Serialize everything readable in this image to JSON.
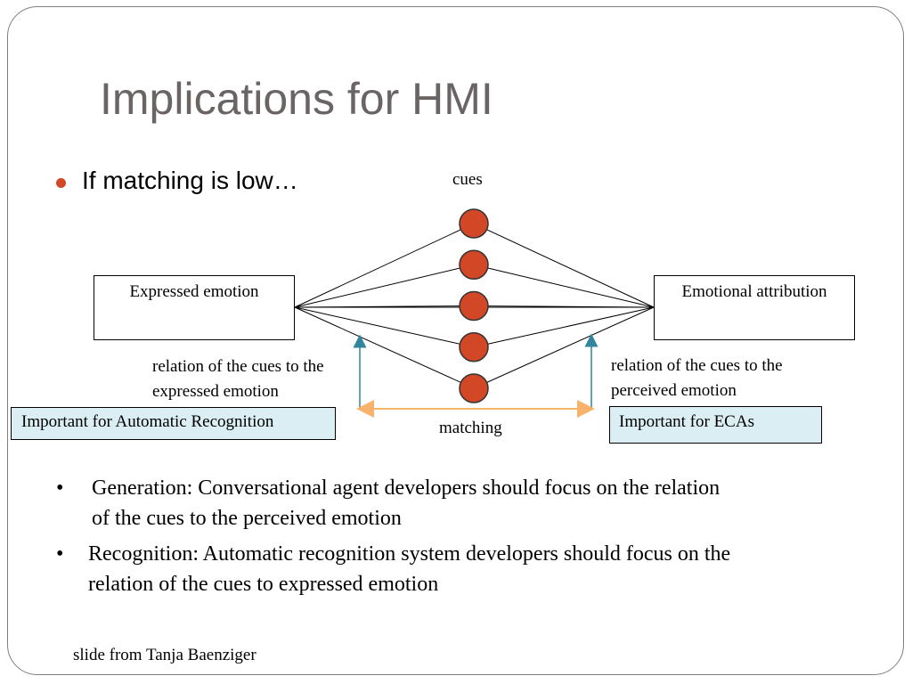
{
  "slide": {
    "title": "Implications for HMI",
    "bullet": "If matching is low…",
    "credit": "slide from Tanja Baenziger"
  },
  "diagram": {
    "cues_label": "cues",
    "left_box": "Expressed emotion",
    "right_box": "Emotional attribution",
    "left_relation": [
      "relation of the cues to the",
      "expressed emotion"
    ],
    "right_relation": [
      "relation of the cues to the",
      "perceived emotion"
    ],
    "matching_label": "matching",
    "left_note": "Important for Automatic Recognition",
    "right_note": "Important for ECAs",
    "cue_count": 5
  },
  "points": [
    {
      "mark": "•",
      "lines": [
        "Generation: Conversational agent developers should focus on the relation",
        "of the cues to the perceived emotion"
      ]
    },
    {
      "mark": "•",
      "lines": [
        "Recognition: Automatic recognition system developers should focus on the",
        "relation of the cues to expressed emotion"
      ]
    }
  ],
  "colors": {
    "title": "#6b6464",
    "bullet": "#d24726",
    "cue_fill": "#d24726",
    "note_fill": "#daeef3",
    "relation_arrow": "#31859c",
    "matching_arrow": "#f7b26b"
  }
}
